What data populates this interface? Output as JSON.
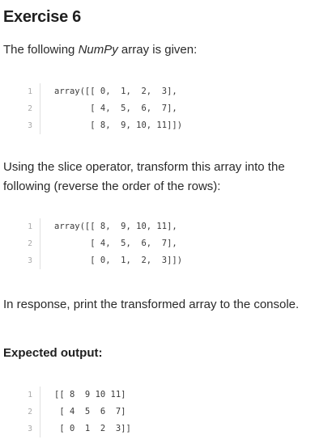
{
  "heading": "Exercise 6",
  "intro": {
    "before": "The following ",
    "em": "NumPy",
    "after": " array is given:"
  },
  "code1": {
    "lines": [
      {
        "num": "1",
        "text": "array([[ 0,  1,  2,  3],"
      },
      {
        "num": "2",
        "text": "       [ 4,  5,  6,  7],"
      },
      {
        "num": "3",
        "text": "       [ 8,  9, 10, 11]])"
      }
    ]
  },
  "instruction": {
    "line1": "Using the slice operator, transform this array into the",
    "line2": "following (reverse the order of the rows):"
  },
  "code2": {
    "lines": [
      {
        "num": "1",
        "text": "array([[ 8,  9, 10, 11],"
      },
      {
        "num": "2",
        "text": "       [ 4,  5,  6,  7],"
      },
      {
        "num": "3",
        "text": "       [ 0,  1,  2,  3]])"
      }
    ]
  },
  "response": "In response, print the transformed array to the console.",
  "expected_heading": "Expected output:",
  "code3": {
    "lines": [
      {
        "num": "1",
        "text": "[[ 8  9 10 11]"
      },
      {
        "num": "2",
        "text": " [ 4  5  6  7]"
      },
      {
        "num": "3",
        "text": " [ 0  1  2  3]]"
      }
    ]
  }
}
